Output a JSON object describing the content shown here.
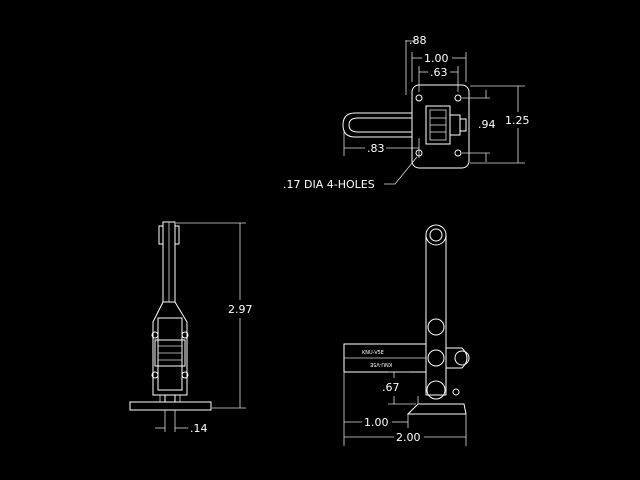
{
  "top_view": {
    "dim_088": ".88",
    "dim_100": "1.00",
    "dim_063": ".63",
    "dim_094": ".94",
    "dim_125": "1.25",
    "dim_083": ".83",
    "holes_note": ".17 DIA 4-HOLES"
  },
  "side_view": {
    "dim_297": "2.97",
    "dim_014": ".14"
  },
  "front_view": {
    "dim_067": ".67",
    "dim_100": "1.00",
    "dim_200": "2.00",
    "handle_label_1": "KNU-V5E",
    "handle_label_2": "KNU-V5E"
  },
  "colors": {
    "background": "#000000",
    "lines": "#ffffff"
  }
}
